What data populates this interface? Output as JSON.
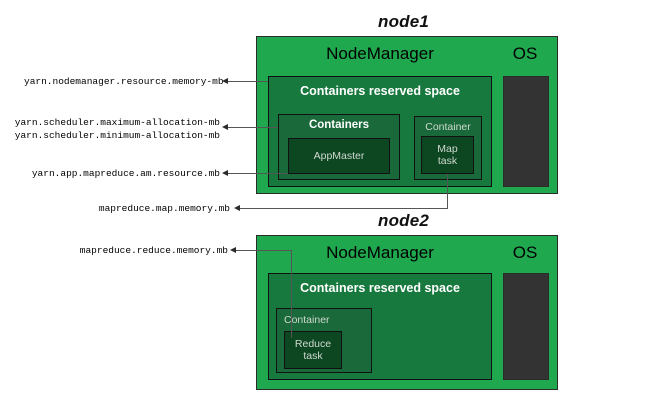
{
  "diagram": {
    "title_hidden": "",
    "nodes": [
      {
        "name": "node1",
        "title": "node1",
        "nodemanager_label": "NodeManager",
        "os_label": "OS",
        "reserved_label": "Containers reserved space",
        "containers_label": "Containers",
        "appmaster_label": "AppMaster",
        "container_label": "Container",
        "map_task_label_line1": "Map",
        "map_task_label_line2": "task"
      },
      {
        "name": "node2",
        "title": "node2",
        "nodemanager_label": "NodeManager",
        "os_label": "OS",
        "reserved_label": "Containers reserved space",
        "container_label": "Container",
        "reduce_task_label_line1": "Reduce",
        "reduce_task_label_line2": "task"
      }
    ],
    "config_labels": [
      {
        "id": "nodemanager-resource-memory-mb",
        "text": "yarn.nodemanager.resource.memory-mb"
      },
      {
        "id": "scheduler-maximum-allocation-mb",
        "text": "yarn.scheduler.maximum-allocation-mb"
      },
      {
        "id": "scheduler-minimum-allocation-mb",
        "text": "yarn.scheduler.minimum-allocation-mb"
      },
      {
        "id": "am-resource-mb",
        "text": "yarn.app.mapreduce.am.resource.mb"
      },
      {
        "id": "map-memory-mb",
        "text": "mapreduce.map.memory.mb"
      },
      {
        "id": "reduce-memory-mb",
        "text": "mapreduce.reduce.memory.mb"
      }
    ],
    "colors": {
      "node_green": "#20a84f",
      "reserved_green": "#18793e",
      "containers_green": "#19693a",
      "task_green": "#0d4722",
      "os_dark": "#333333",
      "outline": "#2b2b2b",
      "background": "#ffffff",
      "label_text": "#000000",
      "box_text": "#ffffff",
      "task_text": "#cfd8cf"
    }
  }
}
